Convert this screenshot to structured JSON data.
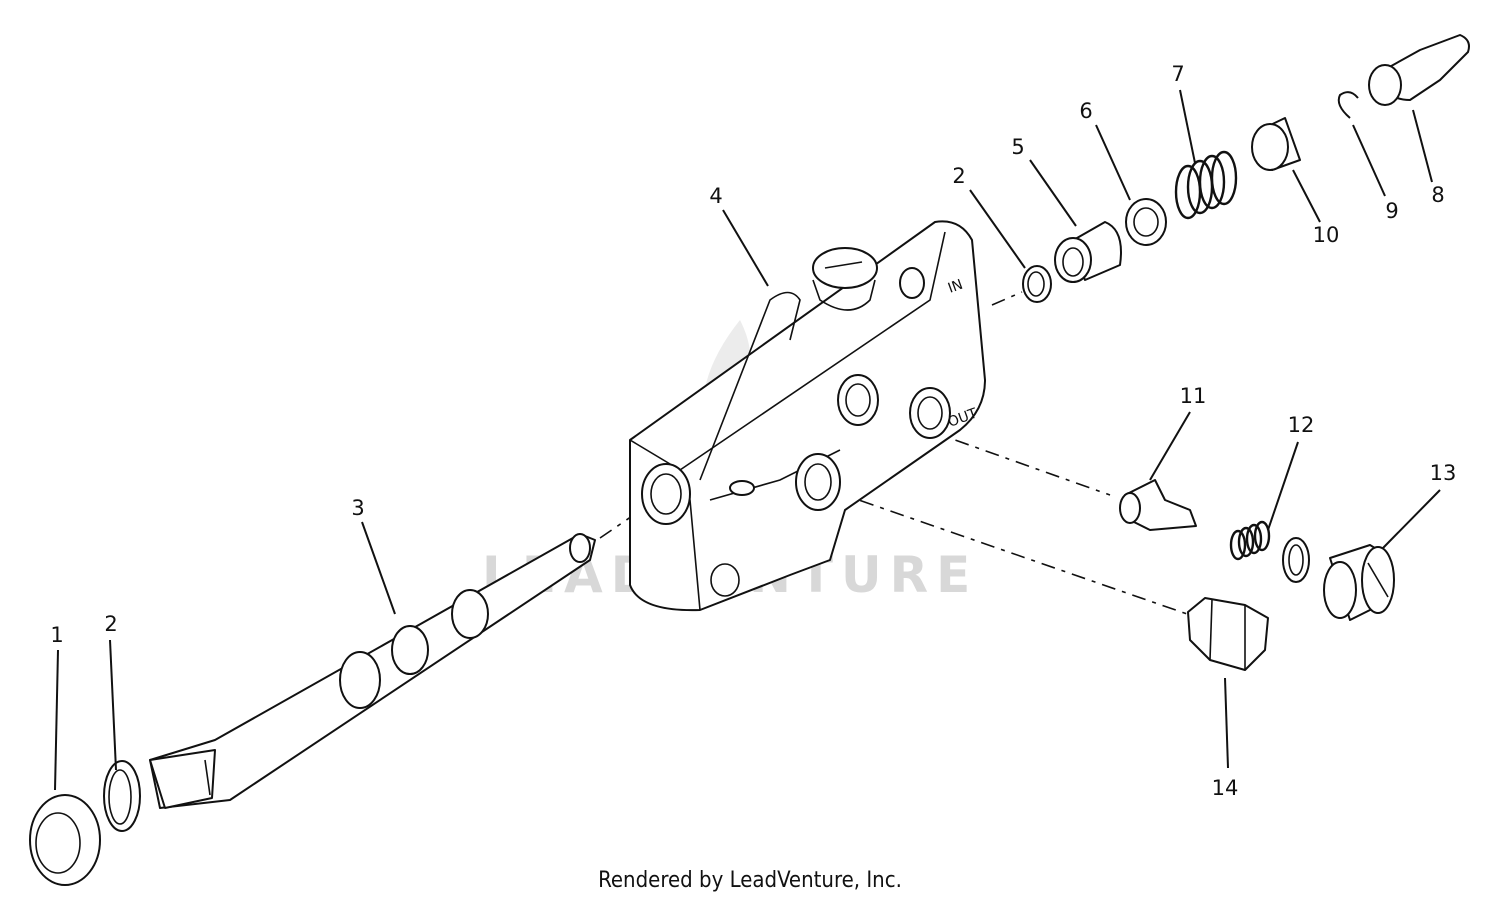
{
  "callouts": [
    {
      "id": "1",
      "text": "1"
    },
    {
      "id": "2a",
      "text": "2"
    },
    {
      "id": "3",
      "text": "3"
    },
    {
      "id": "4",
      "text": "4"
    },
    {
      "id": "2b",
      "text": "2"
    },
    {
      "id": "5",
      "text": "5"
    },
    {
      "id": "6",
      "text": "6"
    },
    {
      "id": "7",
      "text": "7"
    },
    {
      "id": "10",
      "text": "10"
    },
    {
      "id": "9",
      "text": "9"
    },
    {
      "id": "8",
      "text": "8"
    },
    {
      "id": "11",
      "text": "11"
    },
    {
      "id": "12",
      "text": "12"
    },
    {
      "id": "13",
      "text": "13"
    },
    {
      "id": "14",
      "text": "14"
    }
  ],
  "body_markings": {
    "in": "IN",
    "out": "OUT"
  },
  "watermark": "LEADVENTURE",
  "footer": "Rendered by LeadVenture, Inc."
}
